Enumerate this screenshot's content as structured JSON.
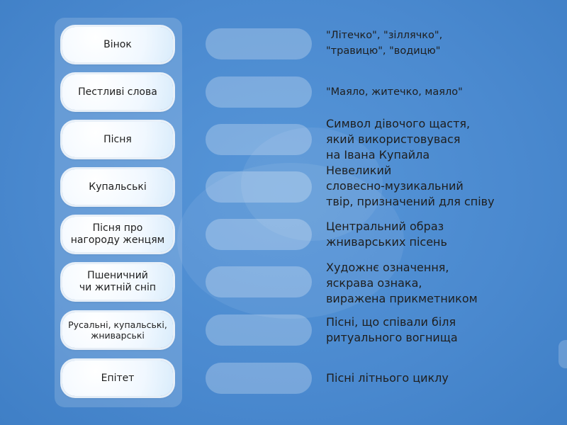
{
  "cards": [
    "Вінок",
    "Пестливі слова",
    "Пісня",
    "Купальські",
    "Пісня про\nнагороду женцям",
    "Пшеничний\nчи житній сніп",
    "Русальні, купальські,\nжниварські",
    "Епітет"
  ],
  "clues": [
    "\"Літечко\", \"зіллячко\",\n\"травицю\", \"водицю\"",
    "\"Маяло, житечко, маяло\"",
    "Символ дівочого щастя,\nякий використовувася\nна Івана Купайла",
    "Невеликий\nсловесно-музикальний\nтвір, призначений для співу",
    "Центральний образ\nжниварських пісень",
    "Художнє означення,\nяскрава ознака,\nвиражена прикметником",
    "Пісні, що співали біля\nритуального вогнища",
    "Пісні літнього циклу"
  ]
}
